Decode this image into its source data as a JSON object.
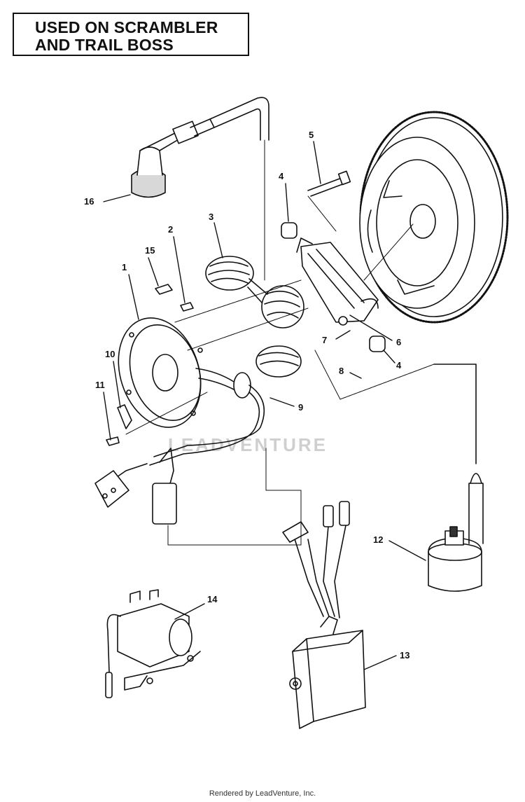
{
  "title": {
    "line1": "USED ON SCRAMBLER",
    "line2": "AND TRAIL BOSS"
  },
  "callouts": {
    "c1": "1",
    "c2": "2",
    "c3": "3",
    "c4a": "4",
    "c4b": "4",
    "c5": "5",
    "c6": "6",
    "c7": "7",
    "c8": "8",
    "c9": "9",
    "c10": "10",
    "c11": "11",
    "c12": "12",
    "c13": "13",
    "c14": "14",
    "c15": "15",
    "c16": "16"
  },
  "watermark": "LEADVENTURE",
  "footer": "Rendered by LeadVenture, Inc."
}
